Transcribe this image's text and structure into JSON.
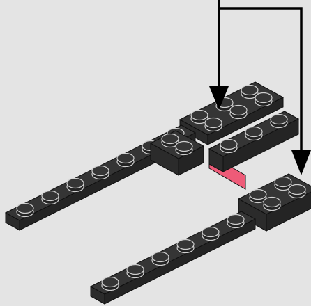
{
  "colors": {
    "background": "#e4e4e4",
    "brick_top": "#353535",
    "brick_left": "#242424",
    "brick_right": "#2b2b2b",
    "stud_line": "#cfcfcf",
    "outline": "#0f0f0f",
    "highlight": "#ee5b78",
    "arrow": "#000000"
  },
  "illustration": {
    "subject": "lego-build-instruction-step",
    "arrow_count": 2,
    "highlight_count": 1
  }
}
